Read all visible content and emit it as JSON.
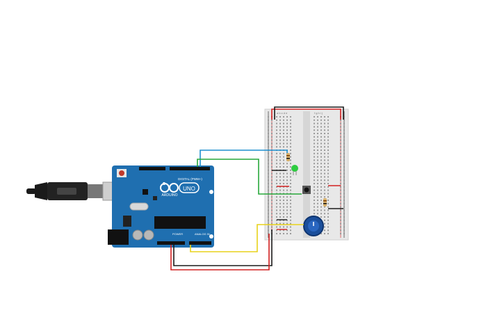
{
  "board": {
    "digital_label": "DIGITAL (PWM~)",
    "brand_label": "ARDUINO",
    "model_label": "UNO",
    "power_label": "POWER",
    "analog_label": "ANALOG IN"
  },
  "breadboard": {
    "column_letters_left": "a b c d e",
    "column_letters_right": "f g h i j"
  },
  "colors": {
    "board_blue": "#1f6fb0",
    "breadboard": "#e8e8e8",
    "wire_red": "#d22020",
    "wire_black": "#1a1a1a",
    "wire_blue": "#1e8fcf",
    "wire_green": "#27a83a",
    "wire_yellow": "#e8d21a",
    "led_green": "#2ecc40",
    "potentiometer": "#1b4f9c"
  },
  "icons": {
    "usb_cable": "usb-cable-icon",
    "led": "led-icon",
    "button": "pushbutton-icon",
    "potentiometer": "potentiometer-icon"
  }
}
